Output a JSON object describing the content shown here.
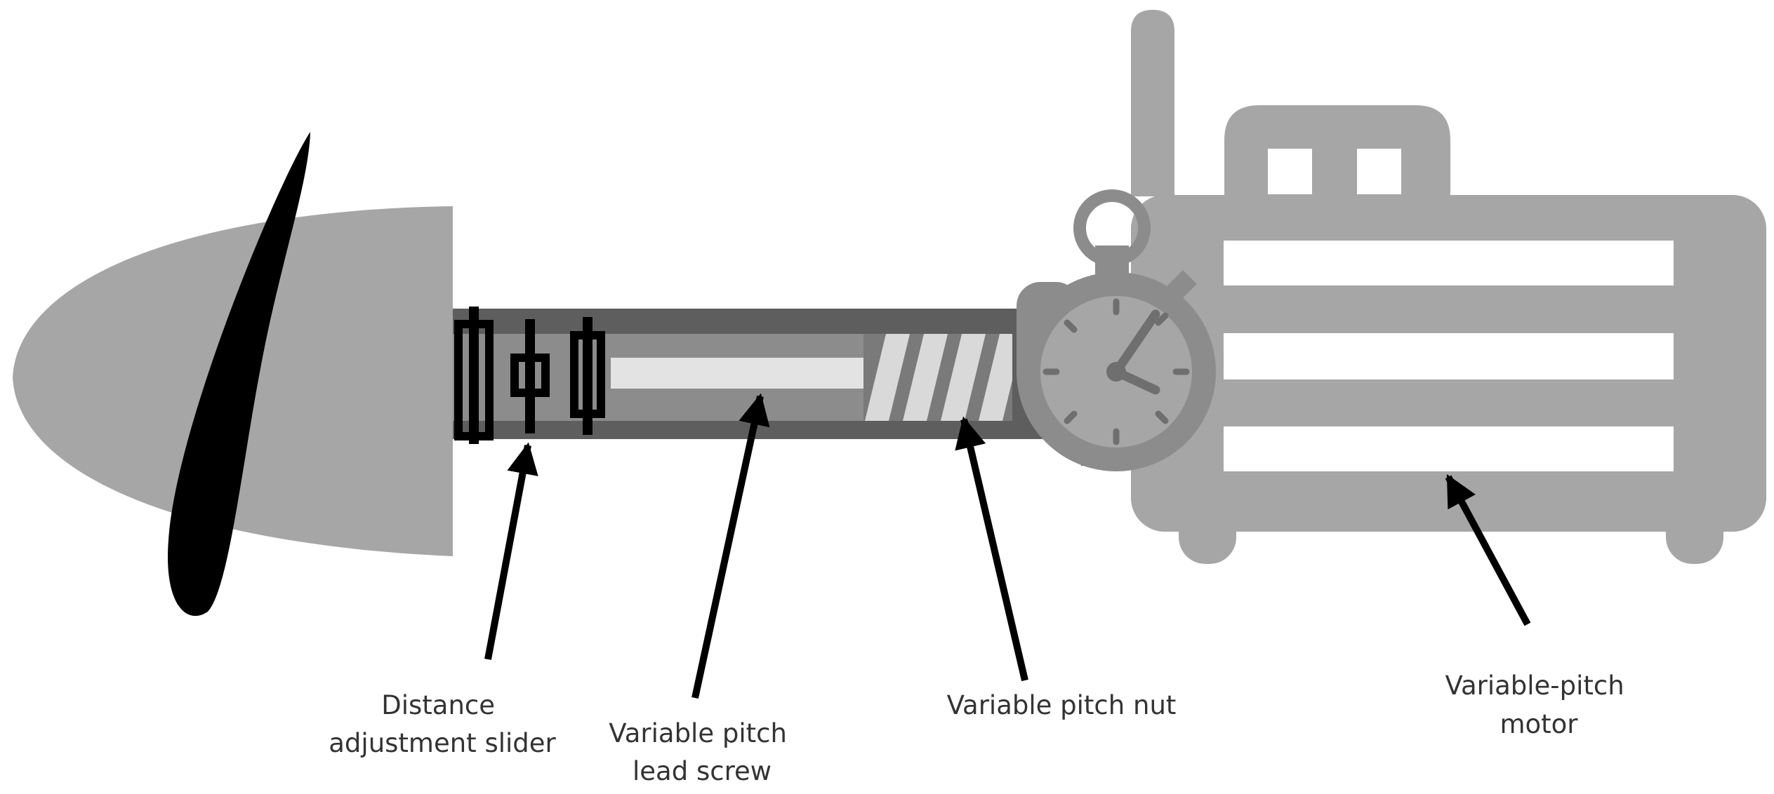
{
  "labels": {
    "slider": [
      "Distance",
      "adjustment slider"
    ],
    "lead_screw": [
      "Variable pitch",
      "lead screw"
    ],
    "nut": [
      "Variable pitch nut"
    ],
    "motor": [
      "Variable-pitch",
      "motor"
    ]
  },
  "colors": {
    "light_gray": "#a6a6a6",
    "mid_gray": "#8c8c8c",
    "dark_gray": "#5e5e5e",
    "pale": "#e3e3e3",
    "black": "#000000",
    "white": "#ffffff",
    "text": "#333333"
  },
  "icons": {
    "propeller": "propeller-spinner-icon",
    "stopwatch": "stopwatch-icon",
    "motor": "motor-icon"
  }
}
